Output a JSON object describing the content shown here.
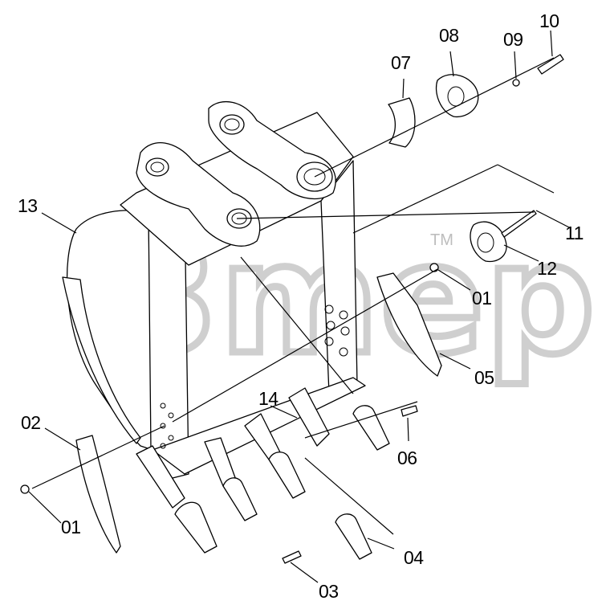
{
  "watermark": {
    "text": "3mep",
    "trademark": "TM"
  },
  "labels": [
    {
      "id": "label-13",
      "text": "13"
    },
    {
      "id": "label-07",
      "text": "07"
    },
    {
      "id": "label-08",
      "text": "08"
    },
    {
      "id": "label-09",
      "text": "09"
    },
    {
      "id": "label-10",
      "text": "10"
    },
    {
      "id": "label-11",
      "text": "11"
    },
    {
      "id": "label-12",
      "text": "12"
    },
    {
      "id": "label-01-right",
      "text": "01"
    },
    {
      "id": "label-05",
      "text": "05"
    },
    {
      "id": "label-14",
      "text": "14"
    },
    {
      "id": "label-06",
      "text": "06"
    },
    {
      "id": "label-02",
      "text": "02"
    },
    {
      "id": "label-01-left",
      "text": "01"
    },
    {
      "id": "label-04",
      "text": "04"
    },
    {
      "id": "label-03",
      "text": "03"
    }
  ]
}
